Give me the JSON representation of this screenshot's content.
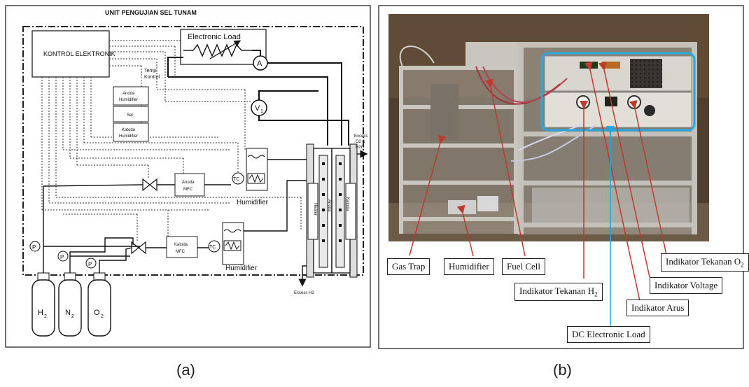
{
  "panel_a": {
    "title": "UNIT PENGUJIAN SEL TUNAM",
    "kontrol": "KONTROL ELEKTRONIK",
    "electronic_load": "Electronic Load",
    "ammeter": "A",
    "voltmeter": "V",
    "voltmeter_sub": "1",
    "temp_kontrol_1": "Temp.",
    "temp_kontrol_2": "Kontrol",
    "anoda_hum_1": "Anoda",
    "anoda_hum_2": "Humidifier",
    "sel": "Sel",
    "katoda_hum_1": "Katoda",
    "katoda_hum_2": "Humidifier",
    "anoda_mfc_1": "Anoda",
    "anoda_mfc_2": "MFC",
    "katoda_mfc_1": "Katoda",
    "katoda_mfc_2": "MFC",
    "tc": "TC",
    "humidifier": "Humidifier",
    "pressure": "P",
    "excess_top_1": "Excess",
    "excess_top_2": "O2 &",
    "excess_top_3": "H2O",
    "excess_bottom": "Excess H2",
    "anoda_label": "Anoda",
    "katoda_label": "Katoda",
    "heater": "Heater",
    "cyl_h2": "H",
    "cyl_n2": "N",
    "cyl_o2": "O",
    "sub_2": "2"
  },
  "panel_b": {
    "labels": {
      "gas_trap": "Gas Trap",
      "humidifier": "Humidifier",
      "fuel_cell": "Fuel Cell",
      "tekanan_h2": "Indikator Tekanan H",
      "tekanan_o2": "Indikator Tekanan O",
      "voltage": "Indikator Voltage",
      "arus": "Indikator Arus",
      "dc_load": "DC Electronic Load",
      "sub_2": "2"
    }
  },
  "captions": {
    "a": "(a)",
    "b": "(b)"
  },
  "colors": {
    "arrow_red": "#c0392b",
    "arrow_blue": "#1fa8e0",
    "highlight": "#29a8e0"
  }
}
